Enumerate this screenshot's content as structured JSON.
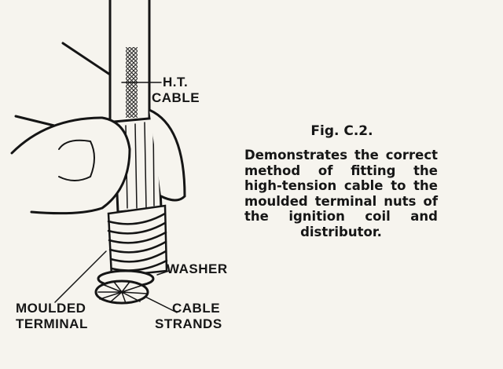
{
  "figure": {
    "title": "Fig. C.2.",
    "caption_lines": [
      "Demonstrates the correct",
      "method of fitting the",
      "high-tension cable to the",
      "moulded terminal nuts of",
      "the ignition coil and",
      "distributor."
    ]
  },
  "labels": {
    "ht": "H.T.",
    "cable": "CABLE",
    "washer": "WASHER",
    "moulded": "MOULDED",
    "terminal": "TERMINAL",
    "cable2": "CABLE",
    "strands": "STRANDS"
  }
}
